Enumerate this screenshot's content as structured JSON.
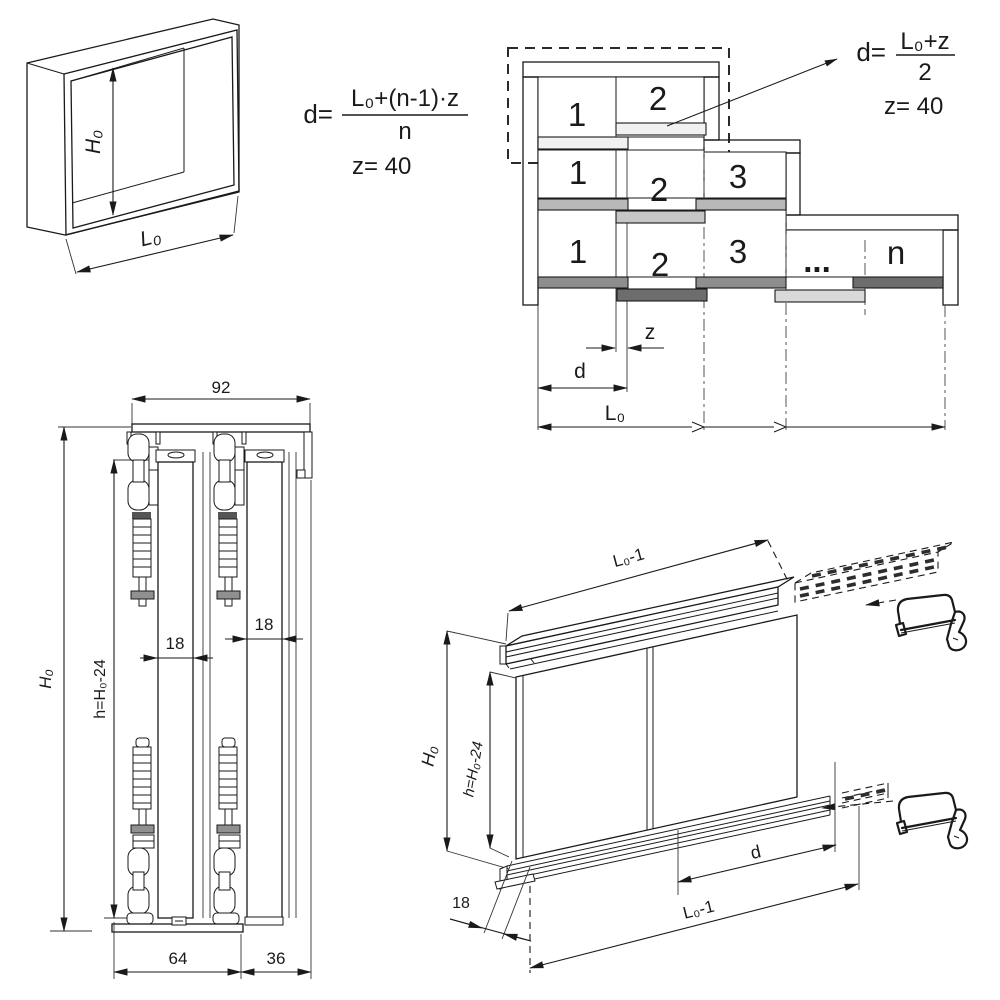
{
  "colors": {
    "line": "#1a1a1a",
    "frame_gray": "#bfbfbf",
    "bar_track_light": "#f1f1f1",
    "bar_medium": "#b8b8b8",
    "bar_medium_front": "#c6c6c6",
    "bar_dark": "#8e8e8e",
    "bar_darkest": "#6d6d6d",
    "bar_pale": "#d9d9d9"
  },
  "cabinet": {
    "height": "H₀",
    "width": "L₀"
  },
  "formula_n": {
    "lhs": "d=",
    "numerator": "L₀+(n-1)·z",
    "denominator": "n",
    "z_value": "z= 40"
  },
  "formula_2": {
    "lhs": "d=",
    "numerator": "L₀+z",
    "denominator": "2",
    "z_value": "z= 40"
  },
  "layout": {
    "row2": {
      "door1": "1",
      "door2": "2"
    },
    "row3": {
      "door1": "1",
      "door2": "2",
      "door3": "3"
    },
    "rowN": {
      "door1": "1",
      "door2": "2",
      "door3": "3",
      "dots": "...",
      "doorN": "n"
    },
    "dims": {
      "z": "z",
      "d": "d",
      "total": "L₀"
    }
  },
  "cross_section": {
    "dims": {
      "top_width": "92",
      "panel1": "18",
      "panel2": "18",
      "bottom_left": "64",
      "bottom_right": "36",
      "height": "H₀",
      "door_height": "h=H₀-24"
    }
  },
  "perspective": {
    "dims": {
      "top_rail": "L₀-1",
      "height": "H₀",
      "door_height": "h=H₀-24",
      "door_width": "d",
      "bottom_rail": "L₀-1",
      "thickness": "18"
    }
  }
}
